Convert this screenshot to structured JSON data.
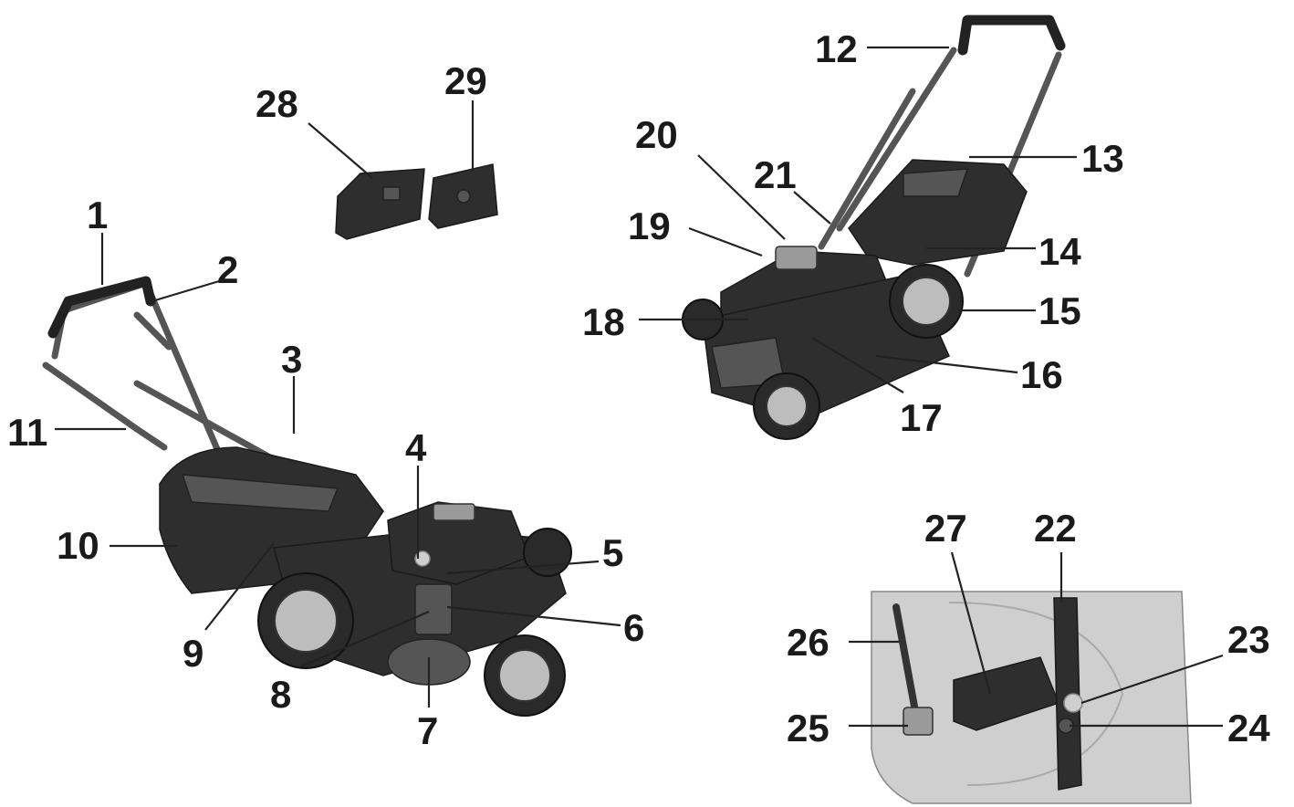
{
  "labels": [
    "1",
    "2",
    "3",
    "4",
    "5",
    "6",
    "7",
    "8",
    "9",
    "10",
    "11",
    "12",
    "13",
    "14",
    "15",
    "16",
    "17",
    "18",
    "19",
    "20",
    "21",
    "22",
    "23",
    "24",
    "25",
    "26",
    "27",
    "28",
    "29"
  ],
  "colors": {
    "ink": "#1a1a1a",
    "mower": "#2e2e2e",
    "panel": "#cfcfcf"
  }
}
